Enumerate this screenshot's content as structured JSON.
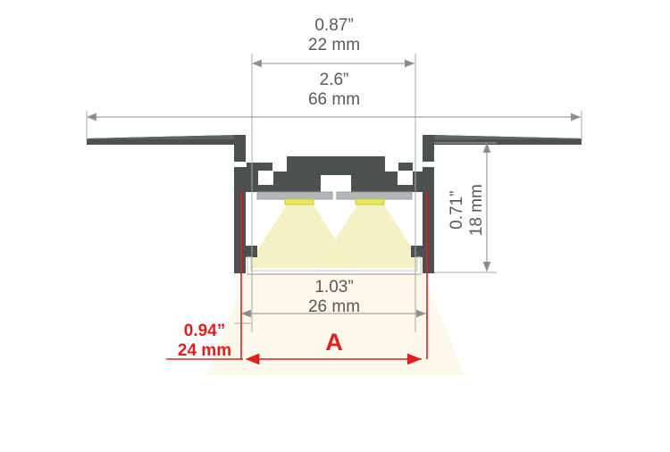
{
  "drawing": {
    "title": "LED aluminium profile cross-section technical drawing",
    "colors": {
      "metal_dark": "#4b5150",
      "metal_mid": "#5a6160",
      "pcb_gray": "#b3b6b8",
      "led_yellow": "#e8e85c",
      "light_cone": "#f4f0c4",
      "diffuser": "#fbfbf2",
      "dimension_gray": "#8c8c8c",
      "dimension_red": "#e02020",
      "text_gray": "#595959"
    }
  },
  "dimensions": {
    "top_inner": {
      "inch": "0.87”",
      "mm": "22 mm",
      "value_mm": 22,
      "value_in": 0.87,
      "orientation": "horizontal",
      "color": "#595959"
    },
    "top_outer": {
      "inch": "2.6”",
      "mm": "66 mm",
      "value_mm": 66,
      "value_in": 2.6,
      "orientation": "horizontal",
      "color": "#595959"
    },
    "height": {
      "inch": "0.71”",
      "mm": "18 mm",
      "value_mm": 18,
      "value_in": 0.71,
      "orientation": "vertical",
      "color": "#595959"
    },
    "inner_width": {
      "inch": "1.03”",
      "mm": "26 mm",
      "value_mm": 26,
      "value_in": 1.03,
      "orientation": "horizontal",
      "color": "#595959"
    },
    "outer_width": {
      "inch": "0.94”",
      "mm": "24 mm",
      "value_mm": 24,
      "value_in": 0.94,
      "orientation": "horizontal",
      "color": "#e02020"
    },
    "cut_out": {
      "letter": "A",
      "orientation": "horizontal",
      "color": "#e02020"
    }
  }
}
